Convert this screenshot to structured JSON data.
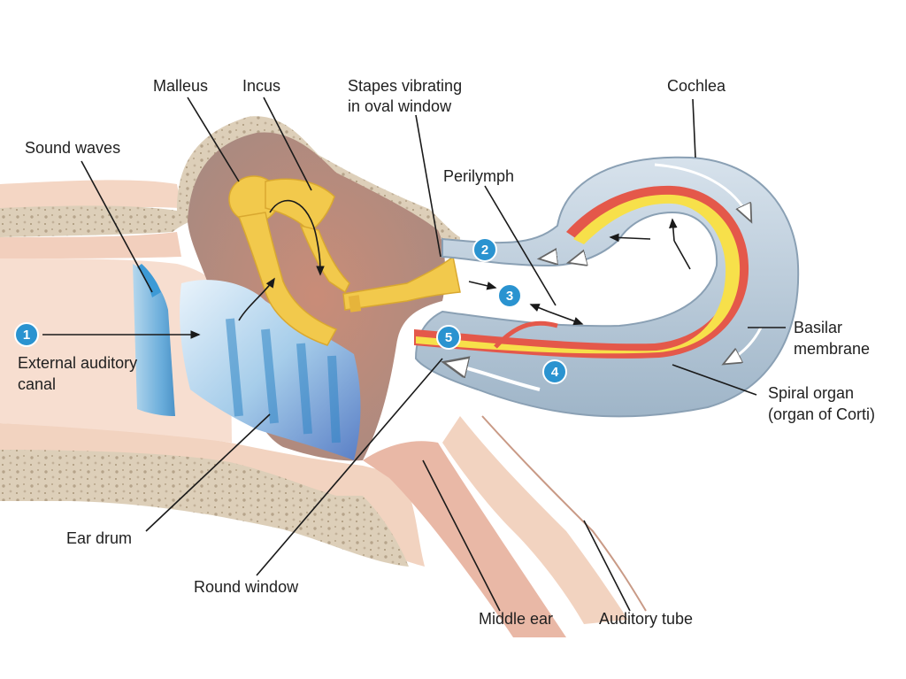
{
  "labels": {
    "malleus": "Malleus",
    "incus": "Incus",
    "stapes_line1": "Stapes vibrating",
    "stapes_line2": "in oval window",
    "cochlea": "Cochlea",
    "sound_waves": "Sound waves",
    "perilymph": "Perilymph",
    "external_line1": "External auditory",
    "external_line2": "canal",
    "basilar_line1": "Basilar",
    "basilar_line2": "membrane",
    "spiral_line1": "Spiral organ",
    "spiral_line2": "(organ of Corti)",
    "ear_drum": "Ear drum",
    "round_window": "Round window",
    "middle_ear": "Middle ear",
    "auditory_tube": "Auditory tube"
  },
  "steps": [
    "1",
    "2",
    "3",
    "4",
    "5"
  ],
  "colors": {
    "step_badge": "#2a93d0",
    "bone": "#e3d6c4",
    "skin": "#f2d3c0",
    "middle_ear_cavity": "#b98a7c",
    "ossicles": "#f2c94c",
    "cochlea_fluid": "#b9cad8",
    "basilar_yellow": "#f7e04a",
    "basilar_red": "#e4584a",
    "ear_drum_blue": "#5aa9e0"
  }
}
